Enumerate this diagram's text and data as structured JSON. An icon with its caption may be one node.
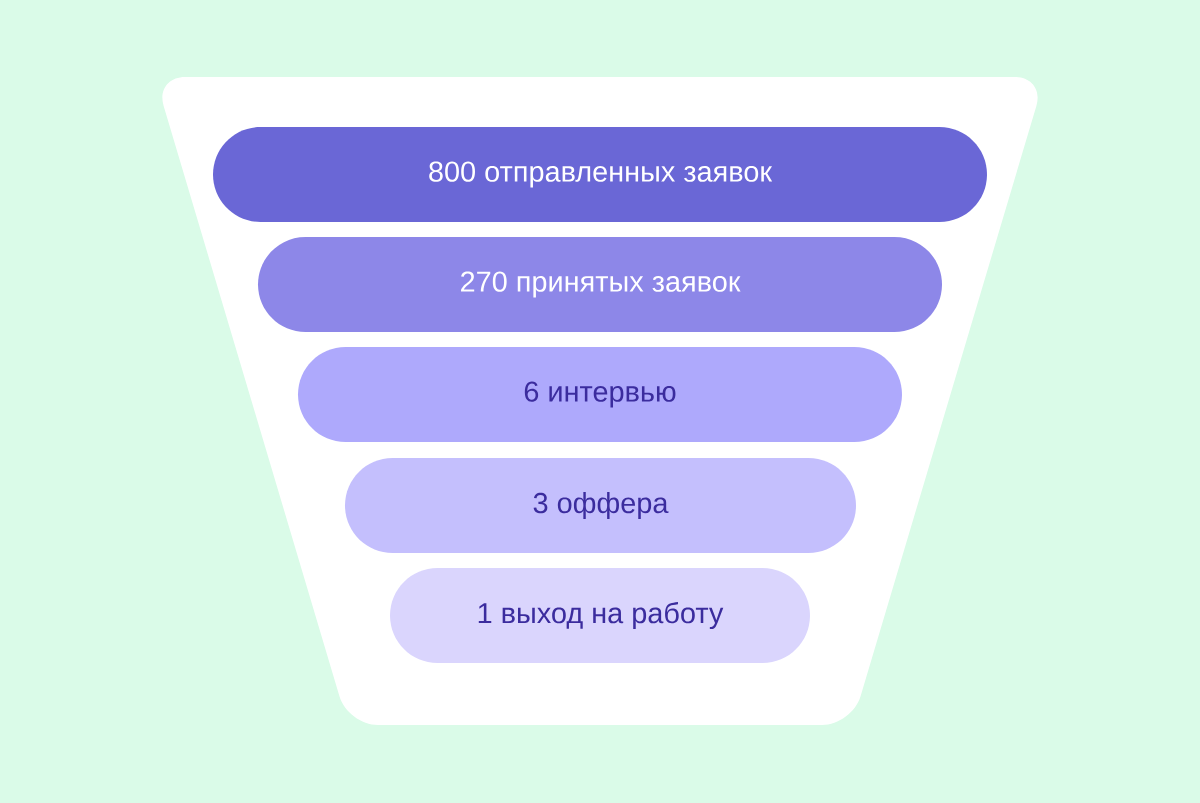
{
  "diagram": {
    "nodes": [
      {
        "text": [],
        "shape": "trapezoid"
      },
      {
        "text": [
          "800 отправленных заявок"
        ],
        "in": 0
      },
      {
        "text": [
          "270 принятых заявок"
        ],
        "in": 0
      },
      {
        "text": [
          "6 интервью"
        ],
        "in": 0
      },
      {
        "text": [
          "3 оффера"
        ],
        "in": 0
      },
      {
        "text": [
          "1 выход на работу"
        ],
        "in": 0
      }
    ]
  }
}
